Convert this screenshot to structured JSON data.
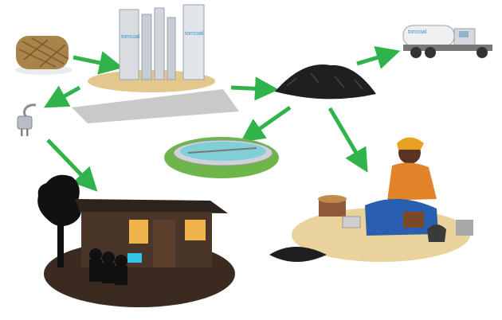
{
  "brand": {
    "tank_label": "torrcoal",
    "plant_label_left": "torrcoal",
    "plant_label_right": "torrcoal"
  },
  "colors": {
    "arrow": "#2fb34a",
    "ground_sand": "#e9d39a",
    "grass": "#6fb64a",
    "water": "#7fd0d6",
    "coal": "#222222",
    "house_night": "#3a2a20",
    "window_light": "#f0b24a"
  },
  "icons": [
    "straw-bale-icon",
    "torrefaction-plant-icon",
    "biocoal-pile-icon",
    "tanker-truck-icon",
    "power-plug-icon",
    "water-treatment-basin-icon",
    "cooking-woman-icon",
    "house-at-night-icon"
  ]
}
